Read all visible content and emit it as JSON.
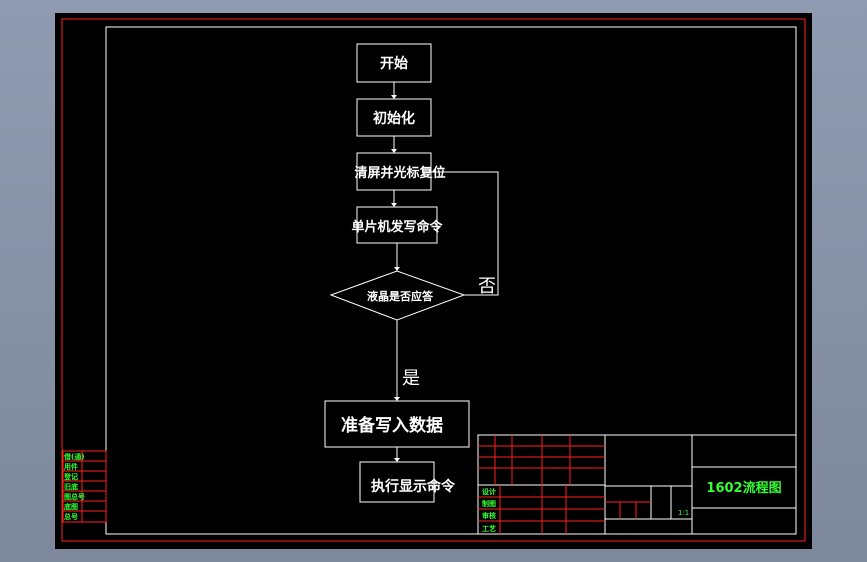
{
  "colors": {
    "background_outer": "#8a96ab",
    "canvas": "#000000",
    "border_red": "#ff2020",
    "line_white": "#ffffff",
    "text_white": "#ffffff",
    "text_green": "#33ff33",
    "grid_red": "#ff2020"
  },
  "flowchart": {
    "start": "开始",
    "init": "初始化",
    "clear": "清屏并光标复位",
    "send_write": "单片机发写命令",
    "decision": "液晶是否应答",
    "no_label": "否",
    "yes_label": "是",
    "prepare_write": "准备写入数据",
    "execute_display": "执行显示命令"
  },
  "title_block": {
    "drawing_title": "1602流程图",
    "scale": "1:1",
    "row_labels": [
      "设计",
      "制图",
      "审核",
      "工艺"
    ],
    "side_stamp": [
      "借(通)",
      "用件",
      "登记",
      "旧底",
      "图总号",
      "底图",
      "总号"
    ]
  }
}
